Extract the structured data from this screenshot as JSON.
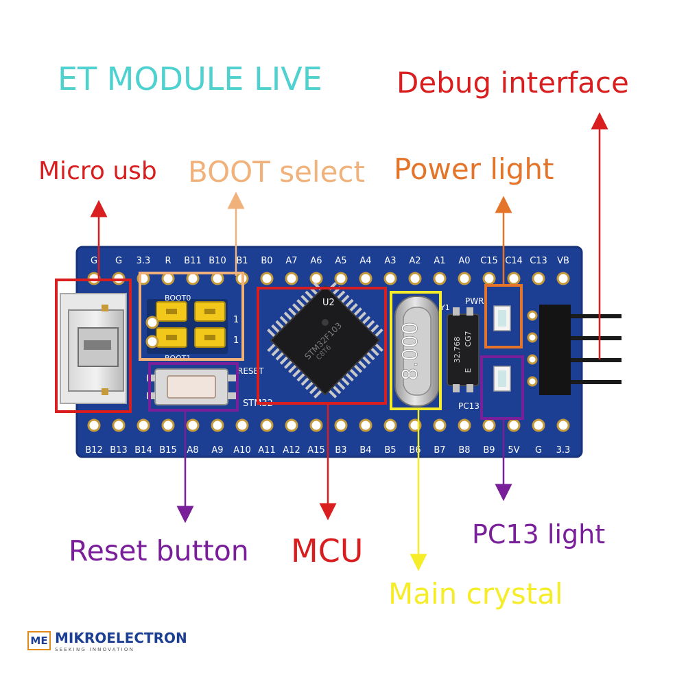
{
  "title": "ET MODULE LIVE",
  "labels": {
    "debug": "Debug interface",
    "micro_usb": "Micro usb",
    "boot": "BOOT select",
    "power": "Power light",
    "reset": "Reset button",
    "mcu": "MCU",
    "pc13": "PC13 light",
    "crystal": "Main crystal"
  },
  "board": {
    "top_pins": [
      "G",
      "G",
      "3.3",
      "R",
      "B11",
      "B10",
      "B1",
      "B0",
      "A7",
      "A6",
      "A5",
      "A4",
      "A3",
      "A2",
      "A1",
      "A0",
      "C15",
      "C14",
      "C13",
      "VB"
    ],
    "bottom_pins": [
      "B12",
      "B13",
      "B14",
      "B15",
      "A8",
      "A9",
      "A10",
      "A11",
      "A12",
      "A15",
      "B3",
      "B4",
      "B5",
      "B6",
      "B7",
      "B8",
      "B9",
      "5V",
      "G",
      "3.3"
    ],
    "silk": {
      "boot0": "BOOT0",
      "boot1": "BOOT1",
      "reset": "RESET",
      "u2": "U2",
      "stm32": "STM32",
      "pwr": "PWR",
      "pc13": "PC13",
      "y1": "Y1",
      "jumper_1a": "1",
      "jumper_1b": "1"
    },
    "crystal_marking": "8.000",
    "rtc_crystal_lines": [
      "32.768",
      "E",
      "CG7"
    ]
  },
  "logo": {
    "badge": "ME",
    "name": "MIKROELECTRON",
    "tagline": "SEEKING INNOVATION"
  },
  "colors": {
    "board": "#1d3f93",
    "red": "#d81e1e",
    "purple": "#7a1f9a",
    "orange": "#e4742a",
    "peach": "#f0b27a",
    "yellow": "#f5ec2a",
    "cyan": "#4fd1d0"
  }
}
